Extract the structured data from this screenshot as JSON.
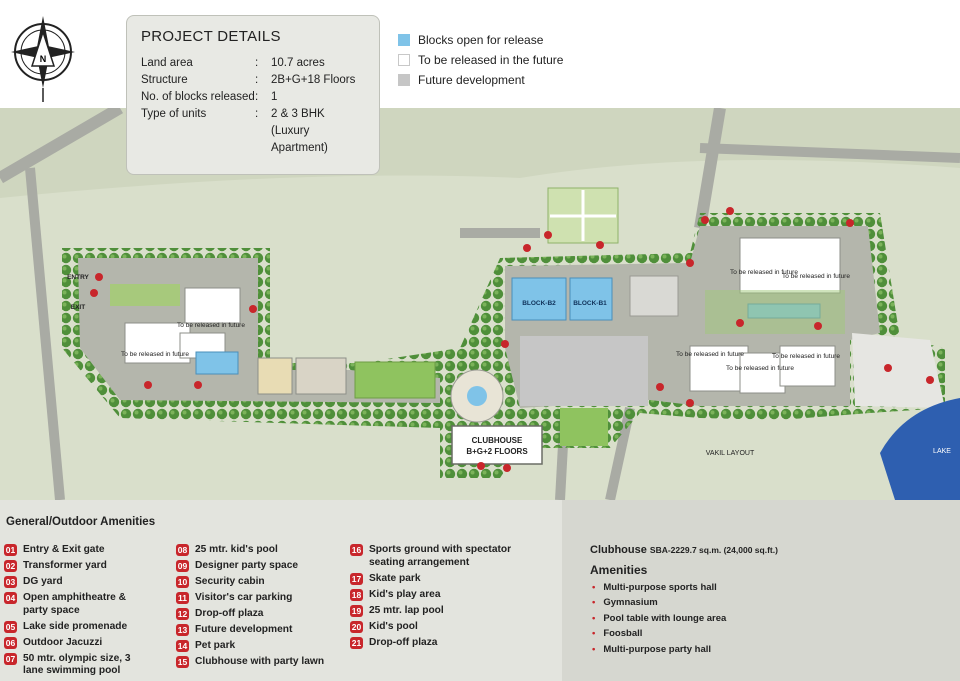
{
  "project": {
    "title": "PROJECT DETAILS",
    "rows": [
      {
        "key": "Land area",
        "value": "10.7 acres"
      },
      {
        "key": "Structure",
        "value": "2B+G+18 Floors"
      },
      {
        "key": "No. of blocks released",
        "value": "1"
      },
      {
        "key": "Type of units",
        "value": "2 & 3 BHK (Luxury Apartment)"
      }
    ]
  },
  "legend": [
    {
      "label": "Blocks open for release",
      "color": "#7fc3e8"
    },
    {
      "label": "To be released in the future",
      "color": "#ffffff"
    },
    {
      "label": "Future development",
      "color": "#c6c6c6"
    }
  ],
  "map_labels": {
    "entry": "ENTRY",
    "exit": "EXIT",
    "future_a": "To be released in future",
    "future_b": "To be released in future",
    "future_c": "To be released in future",
    "future_d": "To be released in future",
    "future_e": "To be released in future",
    "future_f": "To be released in future",
    "future_g": "To be released in future",
    "block_b2": "BLOCK-B2",
    "block_b1": "BLOCK-B1",
    "clubhouse_1": "CLUBHOUSE",
    "clubhouse_2": "B+G+2 FLOORS",
    "vakil": "VAKIL LAYOUT",
    "lake": "LAKE"
  },
  "general_amenities": {
    "title": "General/Outdoor Amenities",
    "columns": [
      [
        {
          "num": "01",
          "label": "Entry & Exit gate"
        },
        {
          "num": "02",
          "label": "Transformer yard"
        },
        {
          "num": "03",
          "label": "DG yard"
        },
        {
          "num": "04",
          "label": "Open amphitheatre & party space"
        },
        {
          "num": "05",
          "label": "Lake side promenade"
        },
        {
          "num": "06",
          "label": "Outdoor Jacuzzi"
        },
        {
          "num": "07",
          "label": "50 mtr. olympic size, 3 lane swimming pool"
        }
      ],
      [
        {
          "num": "08",
          "label": "25 mtr. kid's pool"
        },
        {
          "num": "09",
          "label": "Designer party space"
        },
        {
          "num": "10",
          "label": "Security cabin"
        },
        {
          "num": "11",
          "label": "Visitor's car parking"
        },
        {
          "num": "12",
          "label": "Drop-off plaza"
        },
        {
          "num": "13",
          "label": "Future development"
        },
        {
          "num": "14",
          "label": "Pet park"
        },
        {
          "num": "15",
          "label": "Clubhouse with party lawn"
        }
      ],
      [
        {
          "num": "16",
          "label": "Sports ground with spectator seating arrangement"
        },
        {
          "num": "17",
          "label": "Skate park"
        },
        {
          "num": "18",
          "label": "Kid's play area"
        },
        {
          "num": "19",
          "label": "25 mtr. lap pool"
        },
        {
          "num": "20",
          "label": "Kid's pool"
        },
        {
          "num": "21",
          "label": "Drop-off plaza"
        }
      ]
    ]
  },
  "clubhouse": {
    "title": "Clubhouse",
    "sba": "SBA-2229.7 sq.m. (24,000 sq.ft.)",
    "amenities_title": "Amenities",
    "items": [
      "Multi-purpose sports hall",
      "Gymnasium",
      "Pool table with lounge area",
      "Foosball",
      "Multi-purpose party hall"
    ]
  },
  "colors": {
    "grass": "#d9dfcb",
    "site": "#b4b6ac",
    "tree": "#4f8f3a",
    "pool": "#7fc3e8",
    "lake": "#2e5fb0",
    "marker": "#c8262b"
  }
}
